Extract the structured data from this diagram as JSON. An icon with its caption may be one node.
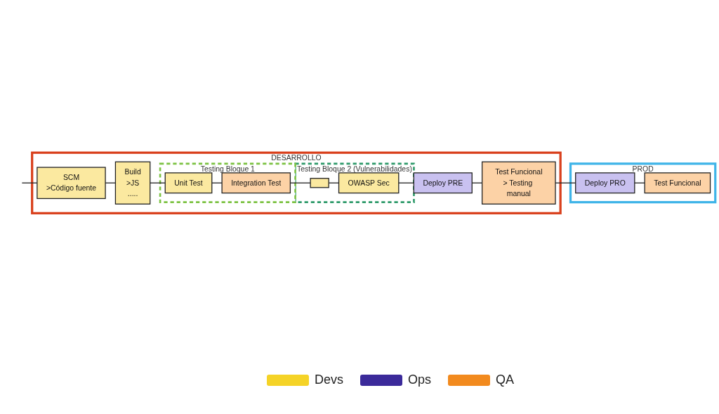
{
  "diagram": {
    "nodes": [
      {
        "text": [
          "DESARROLLO"
        ]
      },
      {
        "text": [
          "SCM",
          ">Código fuente"
        ],
        "in": 0
      },
      {
        "text": [
          "Build",
          ">JS",
          "....."
        ],
        "in": 0
      },
      {
        "text": [
          "Testing Bloque 1"
        ],
        "in": 0
      },
      {
        "text": [
          "Unit Test"
        ],
        "in": 3
      },
      {
        "text": [
          "Integration Test"
        ],
        "in": 3
      },
      {
        "text": [
          "Testing Bloque 2 (Vulnerabilidades)"
        ],
        "in": 0
      },
      {
        "text": [],
        "shape": "box",
        "in": 6
      },
      {
        "text": [
          "OWASP Sec"
        ],
        "in": 6
      },
      {
        "text": [
          "Deploy PRE"
        ],
        "in": 0
      },
      {
        "text": [
          "Test Funcional",
          "> Testing manual"
        ],
        "in": 0
      },
      {
        "text": [
          "PROD"
        ]
      },
      {
        "text": [
          "Deploy PRO"
        ],
        "in": 11
      },
      {
        "text": [
          "Test Funcional"
        ],
        "in": 11
      }
    ],
    "edges": [
      {
        "from": null,
        "to": 1,
        "arrow": "none"
      },
      {
        "from": 1,
        "to": 2,
        "arrow": "none"
      },
      {
        "from": 2,
        "to": 4,
        "arrow": "none"
      },
      {
        "from": 4,
        "to": 5,
        "arrow": "none"
      },
      {
        "from": 5,
        "to": 7,
        "arrow": "none"
      },
      {
        "from": 7,
        "to": 8,
        "arrow": "none"
      },
      {
        "from": 8,
        "to": 9,
        "arrow": "none"
      },
      {
        "from": 9,
        "to": 10,
        "arrow": "none"
      },
      {
        "from": 10,
        "to": 12,
        "arrow": "none"
      },
      {
        "from": 12,
        "to": 13,
        "arrow": "none"
      }
    ],
    "legend": [
      {
        "text": "Devs",
        "color": "#f5d327"
      },
      {
        "text": "Ops",
        "color": "#3b2a9a"
      },
      {
        "text": "QA",
        "color": "#f28a1e"
      }
    ]
  }
}
